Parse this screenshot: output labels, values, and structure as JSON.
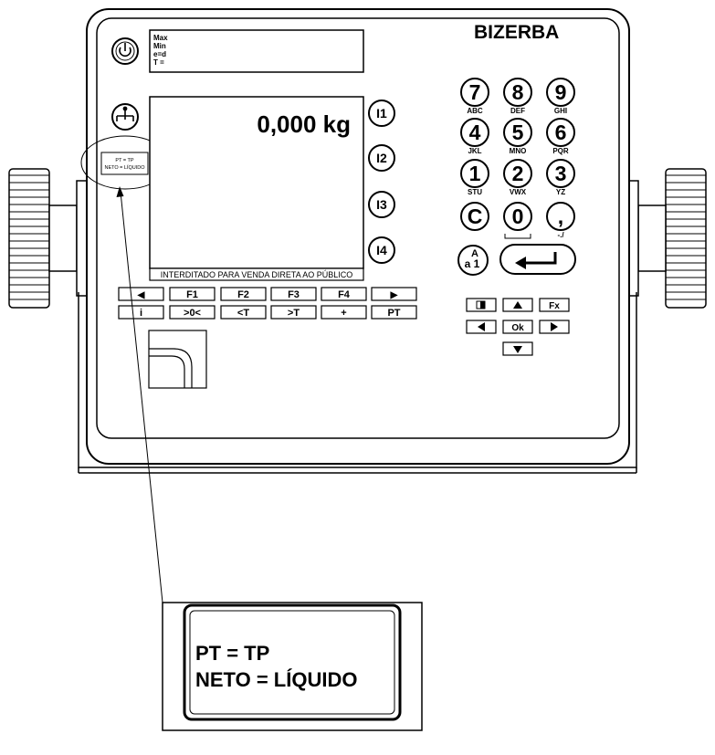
{
  "brand": "BIZERBA",
  "info_panel": {
    "line1": "Max",
    "line2": "Min",
    "line3": "e=d",
    "line4": "T ="
  },
  "display": {
    "weight": "0,000 kg",
    "notice": "INTERDITADO PARA VENDA DIRETA AO PÚBLICO"
  },
  "interface_buttons": [
    "I1",
    "I2",
    "I3",
    "I4"
  ],
  "function_row_top": [
    "◀",
    "F1",
    "F2",
    "F3",
    "F4",
    "▶"
  ],
  "function_row_bottom": [
    "i",
    ">0<",
    "<T",
    ">T",
    "+",
    "PT"
  ],
  "numpad": [
    {
      "digit": "7",
      "letters": "ABC"
    },
    {
      "digit": "8",
      "letters": "DEF"
    },
    {
      "digit": "9",
      "letters": "GHI"
    },
    {
      "digit": "4",
      "letters": "JKL"
    },
    {
      "digit": "5",
      "letters": "MNO"
    },
    {
      "digit": "6",
      "letters": "PQR"
    },
    {
      "digit": "1",
      "letters": "STU"
    },
    {
      "digit": "2",
      "letters": "VWX"
    },
    {
      "digit": "3",
      "letters": "YZ"
    },
    {
      "digit": "C",
      "letters": ""
    },
    {
      "digit": "0",
      "letters": ""
    },
    {
      "digit": ",",
      "letters": "-./"
    }
  ],
  "mode_key": {
    "top": "A",
    "bottom": "a 1"
  },
  "nav_keys": {
    "fx": "Fx",
    "ok": "Ok"
  },
  "small_label": {
    "line1": "PT = TP",
    "line2": "NETO = LÍQUIDO"
  },
  "zoom_label": {
    "line1": "PT = TP",
    "line2": "NETO = LÍQUIDO"
  }
}
